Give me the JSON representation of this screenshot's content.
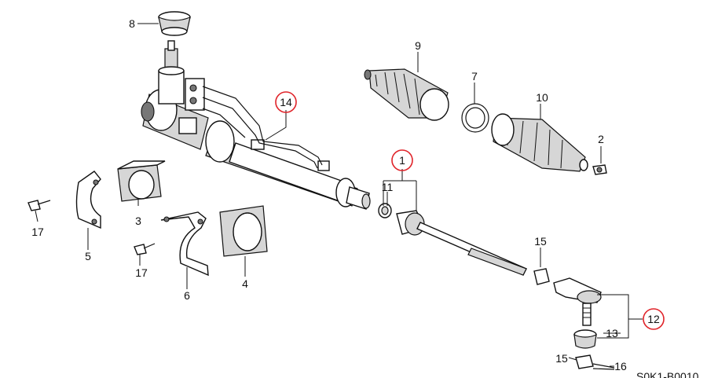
{
  "callouts": {
    "c1": "1",
    "c2": "2",
    "c3": "3",
    "c4": "4",
    "c5": "5",
    "c6": "6",
    "c7": "7",
    "c8": "8",
    "c9": "9",
    "c10": "10",
    "c11": "11",
    "c12": "12",
    "c13": "13",
    "c14": "14",
    "c15a": "15",
    "c15b": "15",
    "c16": "16",
    "c17a": "17",
    "c17b": "17"
  },
  "highlight_color": "#e0242a",
  "footer_code": "S0K1-B0010"
}
